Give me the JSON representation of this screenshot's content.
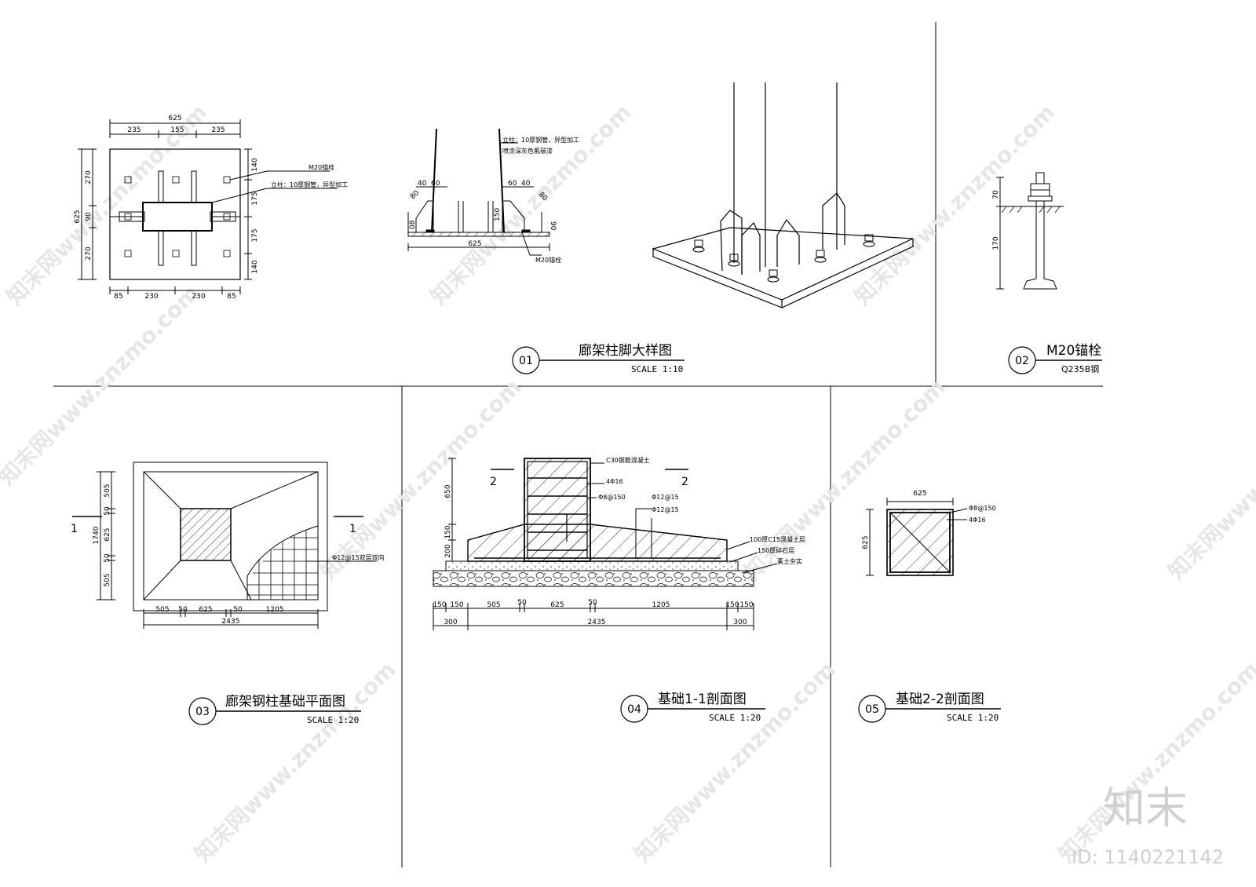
{
  "watermark": {
    "text": "知末网www.znzmo.com",
    "logo": "知末",
    "id": "ID: 1140221142"
  },
  "detail01": {
    "number": "01",
    "title": "廊架柱脚大样图",
    "scale": "SCALE 1:10",
    "plan": {
      "top_total": "625",
      "top_parts": [
        "235",
        "155",
        "235"
      ],
      "left_total": "625",
      "left_parts": [
        "270",
        "90",
        "270"
      ],
      "right_parts": [
        "140",
        "175",
        "175",
        "140"
      ],
      "bottom_parts": [
        "85",
        "230",
        "230",
        "85"
      ],
      "note_bolt": "M20锚栓",
      "note_column": "立柱：10厚钢管，异型加工"
    },
    "section": {
      "dims_left": [
        "40",
        "60"
      ],
      "dims_right": [
        "60",
        "40"
      ],
      "dim_80l": "80",
      "dim_80r": "80",
      "dim_h": "150",
      "dim_08": "08",
      "dim_90": "90",
      "width": "625",
      "note_column": "立柱：10厚钢管，异型加工",
      "note_paint": "喷涂深灰色氟碳漆",
      "note_bolt": "M20锚栓"
    }
  },
  "detail02": {
    "number": "02",
    "title": "M20锚栓",
    "subtitle": "Q235B钢",
    "dims": [
      "70",
      "170"
    ]
  },
  "detail03": {
    "number": "03",
    "title": "廊架钢柱基础平面图",
    "scale": "SCALE 1:20",
    "left_parts": [
      "505",
      "50",
      "625",
      "50",
      "505"
    ],
    "left_total": "1740",
    "bottom_parts": [
      "505",
      "50",
      "625",
      "50",
      "1205"
    ],
    "bottom_total": "2435",
    "section_mark": "1",
    "note_rebar": "Φ12@15双层双向"
  },
  "detail04": {
    "number": "04",
    "title": "基础1-1剖面图",
    "scale": "SCALE 1:20",
    "section_mark": "2",
    "left_dims": [
      "650",
      "150",
      "200"
    ],
    "notes": [
      "C30钢筋混凝土",
      "4Φ16",
      "Φ8@150",
      "Φ12@15",
      "Φ12@15",
      "100厚C15混凝土层",
      "150厚碎石层",
      "素土夯实"
    ],
    "bottom_parts": [
      "150",
      "150",
      "505",
      "50",
      "625",
      "50",
      "1205",
      "150",
      "150"
    ],
    "bottom_outer": [
      "300",
      "2435",
      "300"
    ]
  },
  "detail05": {
    "number": "05",
    "title": "基础2-2剖面图",
    "scale": "SCALE 1:20",
    "top_dim": "625",
    "left_dim": "625",
    "notes": [
      "Φ8@150",
      "4Φ16"
    ]
  }
}
